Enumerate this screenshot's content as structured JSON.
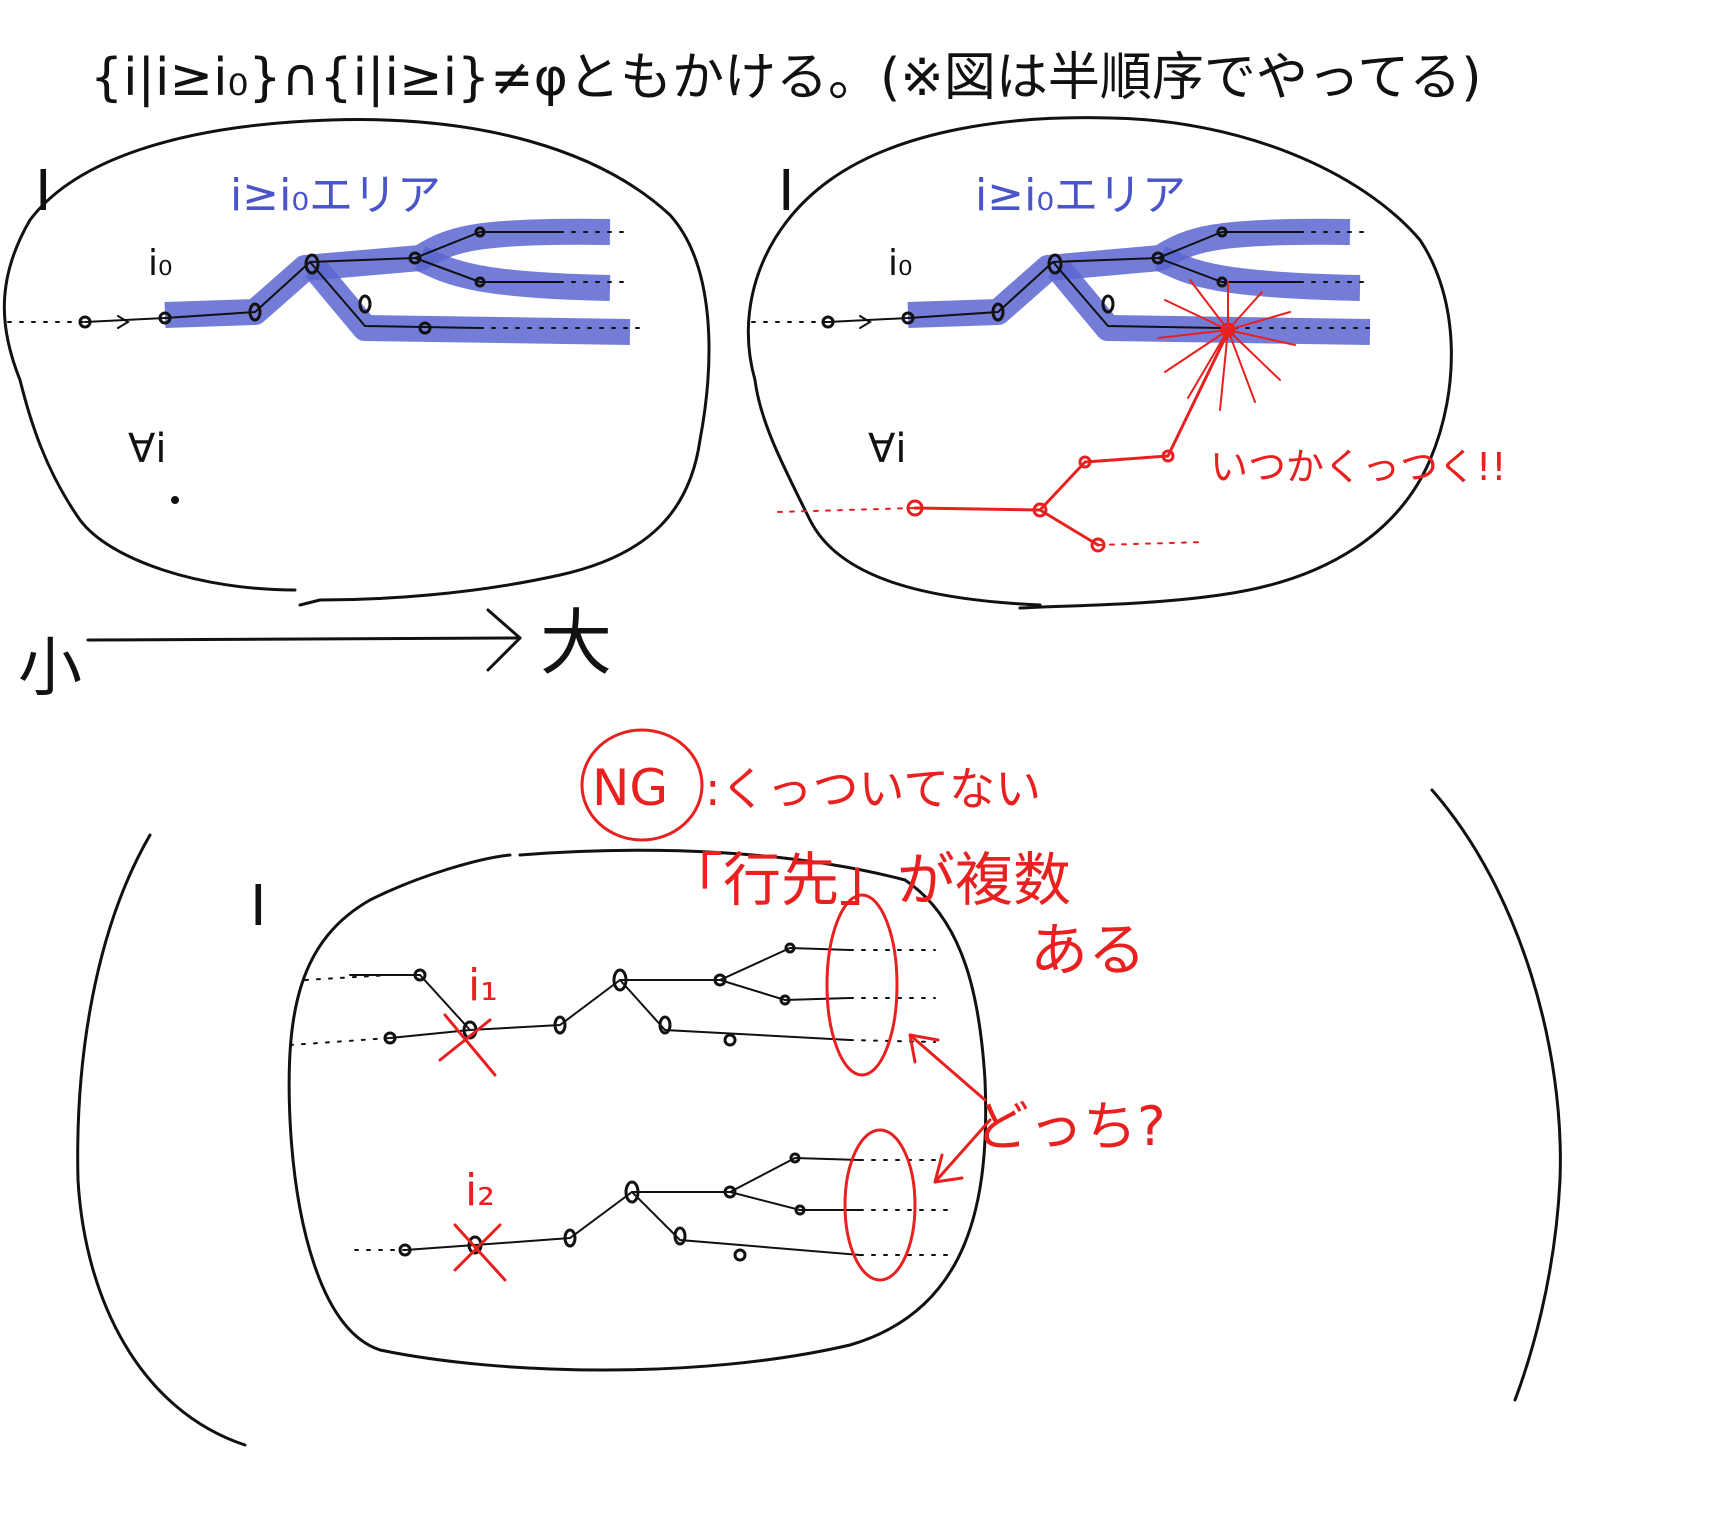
{
  "header": {
    "text": "{i|i≥i₀}∩{i|i≥i}≠φともかける。(※図は半順序でやってる)"
  },
  "panel_left": {
    "set_label": "I",
    "area_label": "i≥i₀エリア",
    "node_label": "i₀",
    "forall_label": "∀i"
  },
  "panel_right": {
    "set_label": "I",
    "area_label": "i≥i₀エリア",
    "node_label": "i₀",
    "forall_label": "∀i",
    "note": "いつかくっつく!!"
  },
  "arrow": {
    "from_label": "小",
    "to_label": "大"
  },
  "bottom": {
    "set_label": "I",
    "ng_label": "NG",
    "ng_text": ":くっついてない",
    "ng_text2": "「行先」が複数",
    "ng_text3": "ある",
    "node1_label": "i₁",
    "node2_label": "i₂",
    "question": "どっち?"
  }
}
